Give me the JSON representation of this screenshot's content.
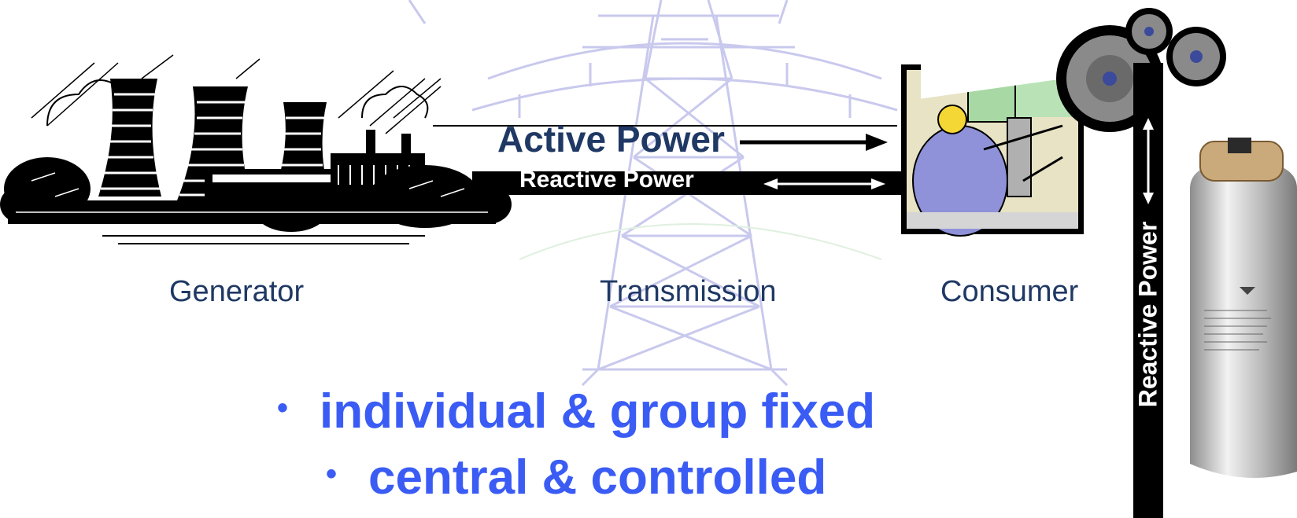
{
  "flow": {
    "active_power": "Active Power",
    "reactive_power": "Reactive Power",
    "reactive_power_vertical": "Reactive Power"
  },
  "labels": {
    "generator": "Generator",
    "transmission": "Transmission",
    "consumer": "Consumer"
  },
  "bullets": [
    "individual & group fixed",
    "central & controlled"
  ],
  "colors": {
    "label": "#1f3864",
    "bullet": "#3a5cf5",
    "tower": "#c8c8f0",
    "bar": "#000000"
  }
}
